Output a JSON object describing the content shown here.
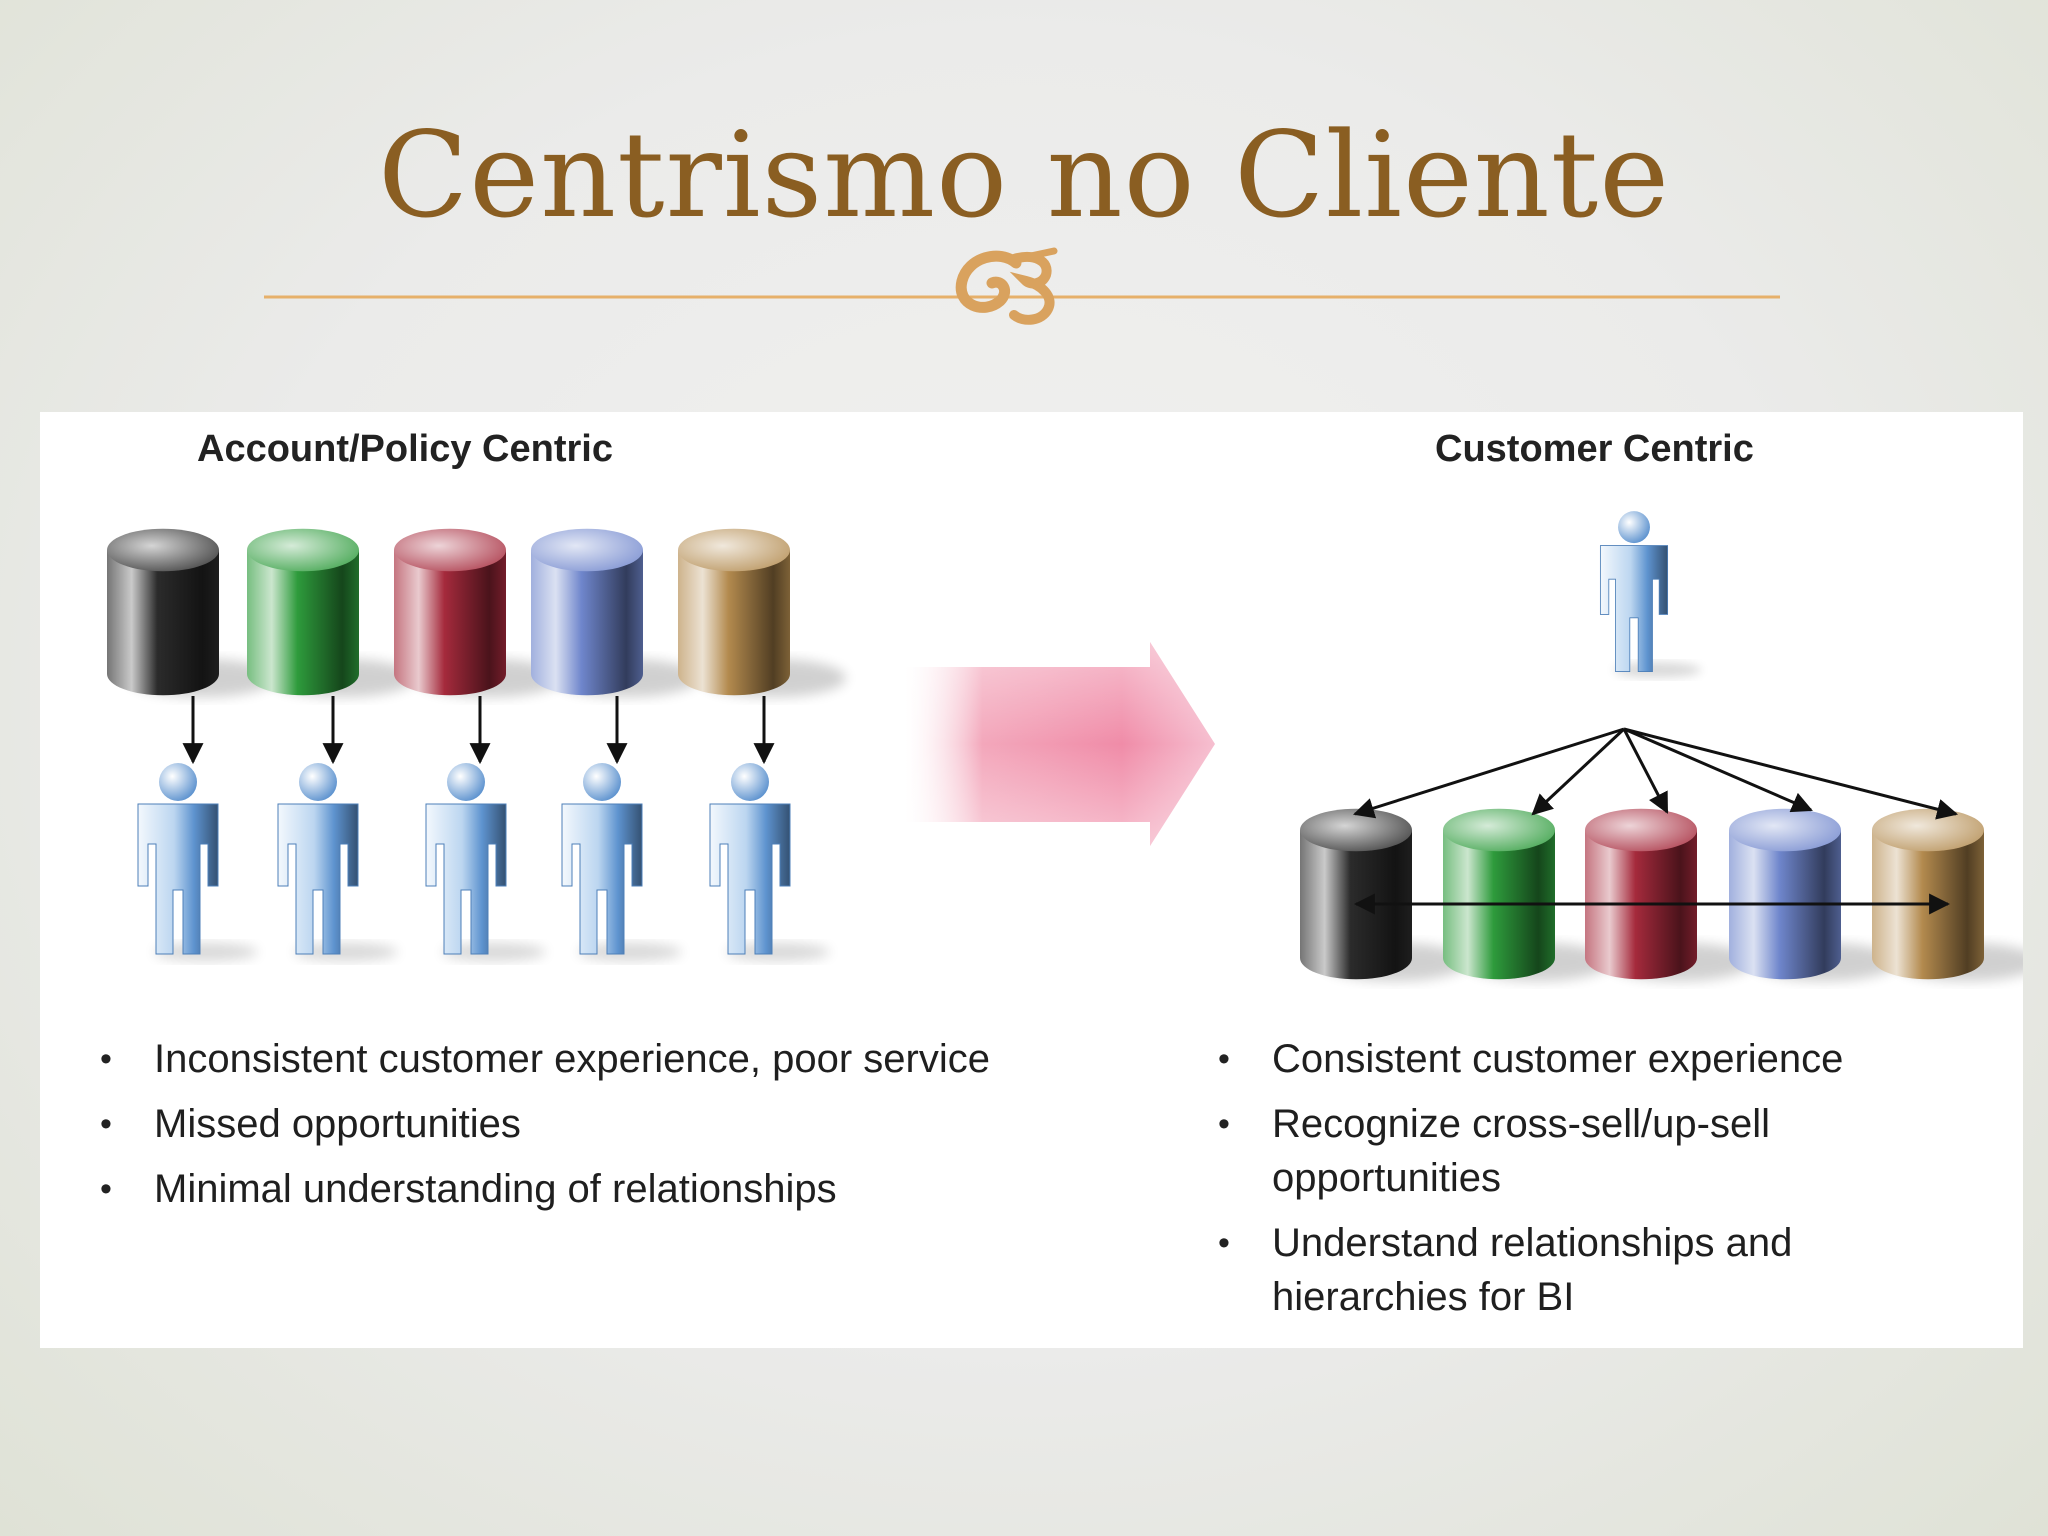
{
  "slide": {
    "title": "Centrismo no Cliente",
    "ornament_icon": "flourish-ornament-icon"
  },
  "diagram": {
    "left_heading": "Account/Policy Centric",
    "right_heading": "Customer Centric",
    "left_bullets": [
      "Inconsistent customer experience, poor service",
      "Missed opportunities",
      "Minimal understanding of relationships"
    ],
    "right_bullets": [
      "Consistent customer experience",
      "Recognize cross-sell/up-sell opportunities",
      "Understand relationships and hierarchies for BI"
    ],
    "database_colors": [
      "#2b2b2b",
      "#2e9b3c",
      "#a52a3c",
      "#6f86cc",
      "#b38a4e"
    ],
    "person_color": "#5e93cf",
    "arrow_color": "#f08ca8",
    "accent_color": "#8a5e22",
    "rule_color": "#e6b06a"
  }
}
